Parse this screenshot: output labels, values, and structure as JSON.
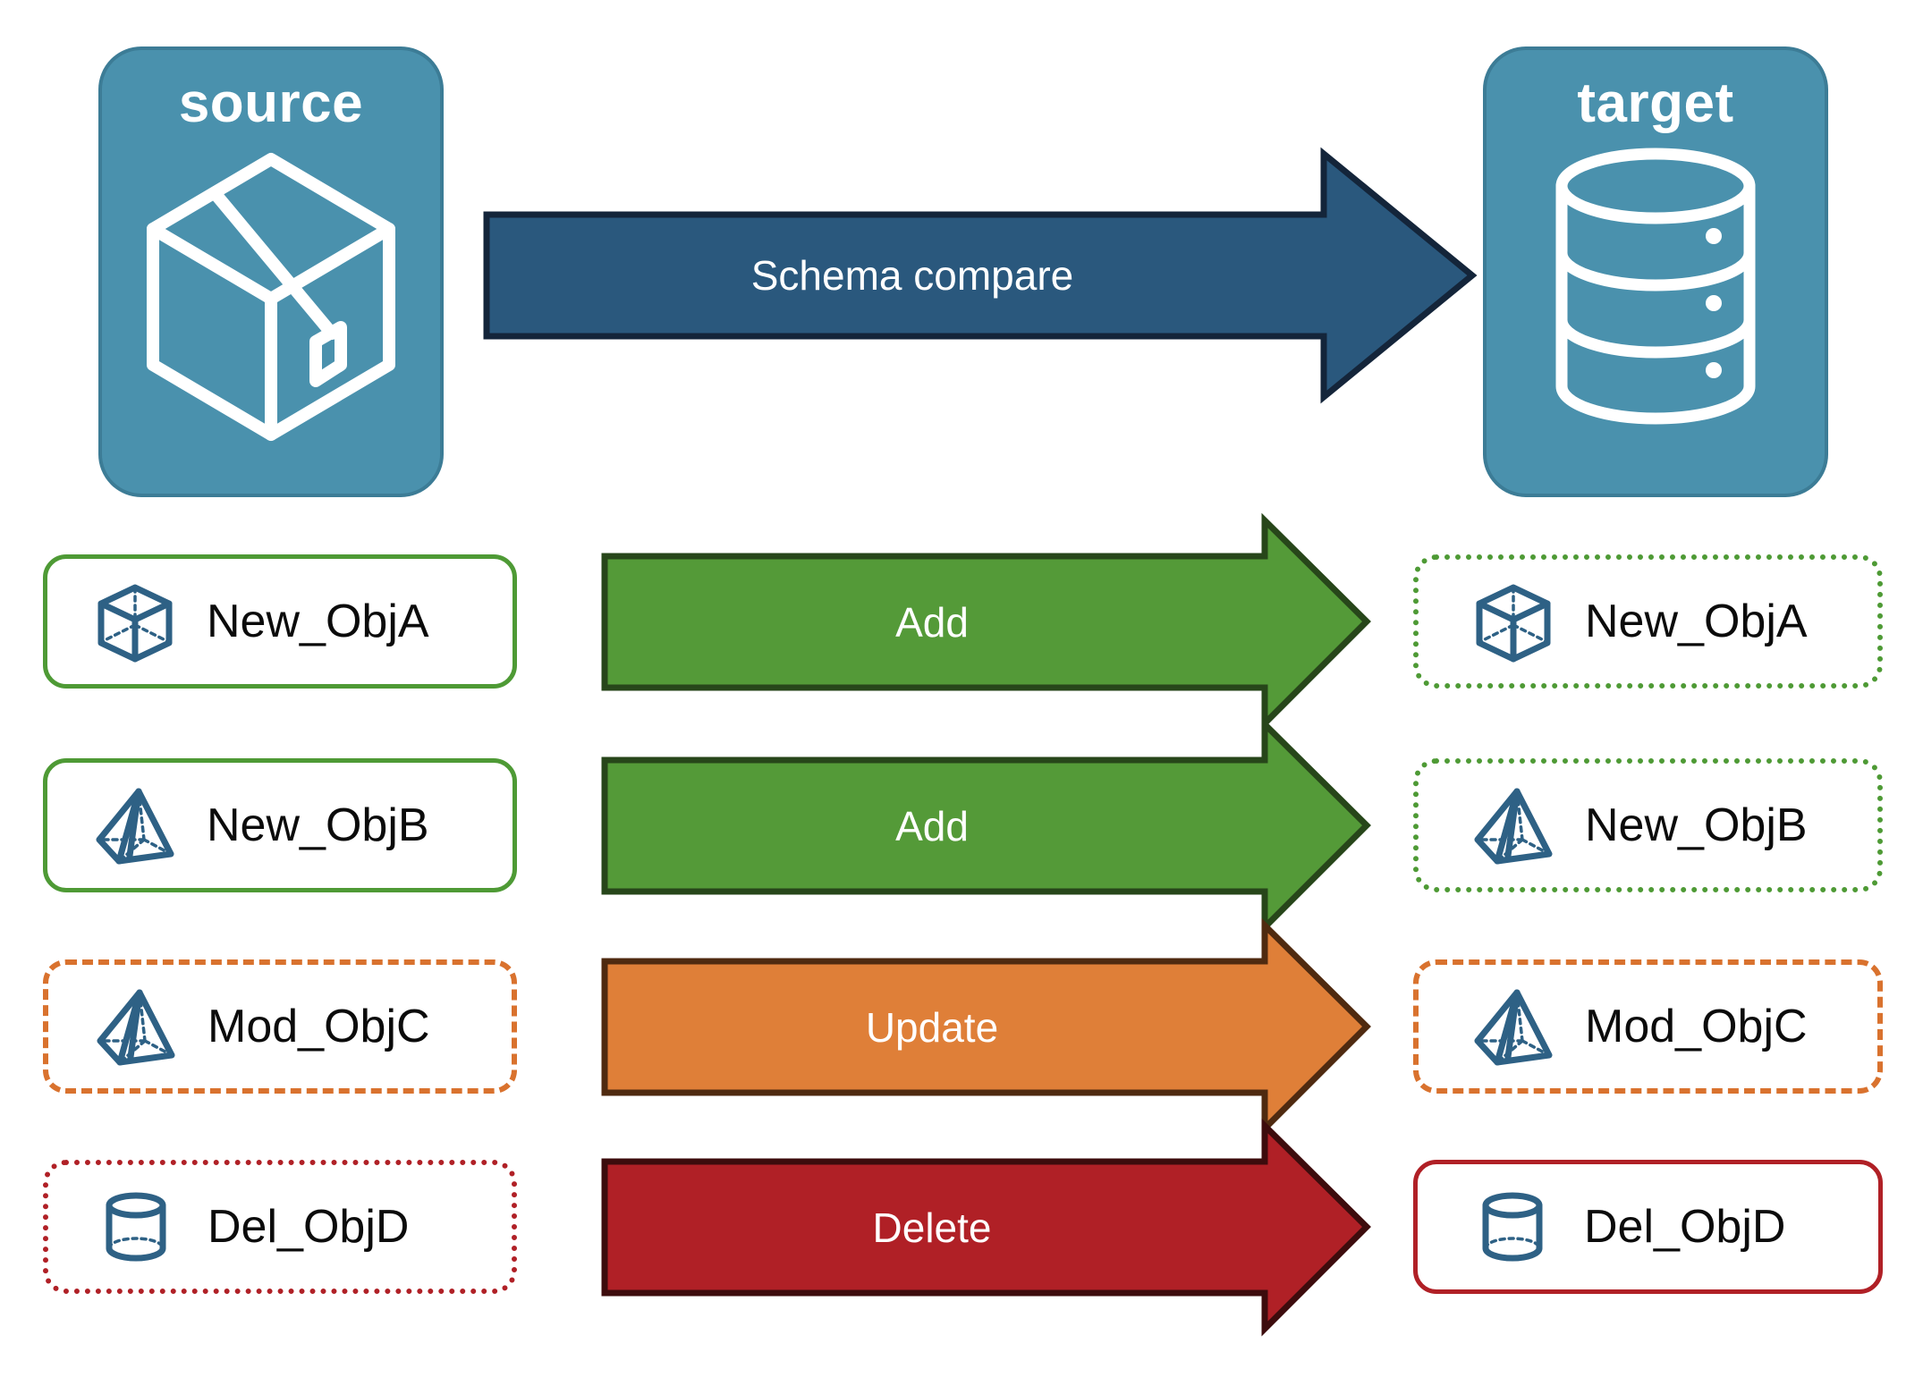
{
  "diagram": {
    "title": "Schema compare source to target",
    "endpoints": [
      {
        "id": "source",
        "label": "source",
        "icon": "package-box-icon"
      },
      {
        "id": "target",
        "label": "target",
        "icon": "database-cylinder-icon"
      }
    ],
    "compare_arrow": {
      "label": "Schema compare",
      "fill": "#2a587d",
      "stroke": "#14253a",
      "text_color": "#ffffff"
    },
    "rows": [
      {
        "action": "Add",
        "arrow_fill": "#549a38",
        "arrow_stroke": "#27461a",
        "source": {
          "label": "New_ObjA",
          "icon": "wireframe-cube-icon",
          "border_style": "solid",
          "border_color": "#4e9a35"
        },
        "target": {
          "label": "New_ObjA",
          "icon": "wireframe-cube-icon",
          "border_style": "dotted",
          "border_color": "#4e9a35"
        }
      },
      {
        "action": "Add",
        "arrow_fill": "#549a38",
        "arrow_stroke": "#27461a",
        "source": {
          "label": "New_ObjB",
          "icon": "wireframe-pyramid-icon",
          "border_style": "solid",
          "border_color": "#4e9a35"
        },
        "target": {
          "label": "New_ObjB",
          "icon": "wireframe-pyramid-icon",
          "border_style": "dotted",
          "border_color": "#4e9a35"
        }
      },
      {
        "action": "Update",
        "arrow_fill": "#df7f38",
        "arrow_stroke": "#4f2a10",
        "source": {
          "label": "Mod_ObjC",
          "icon": "wireframe-pyramid-icon",
          "border_style": "dashed",
          "border_color": "#d9722e"
        },
        "target": {
          "label": "Mod_ObjC",
          "icon": "wireframe-pyramid-icon",
          "border_style": "dashed",
          "border_color": "#d9722e"
        }
      },
      {
        "action": "Delete",
        "arrow_fill": "#b02026",
        "arrow_stroke": "#3d0c0d",
        "source": {
          "label": "Del_ObjD",
          "icon": "wireframe-cylinder-icon",
          "border_style": "dotted",
          "border_color": "#b02026"
        },
        "target": {
          "label": "Del_ObjD",
          "icon": "wireframe-cylinder-icon",
          "border_style": "solid",
          "border_color": "#b02026"
        }
      }
    ],
    "colors": {
      "card_fill": "#4a91ad",
      "card_stroke": "#3c7c96",
      "icon_blue": "#2e6185",
      "background": "#ffffff",
      "text": "#0b0b0b"
    }
  }
}
